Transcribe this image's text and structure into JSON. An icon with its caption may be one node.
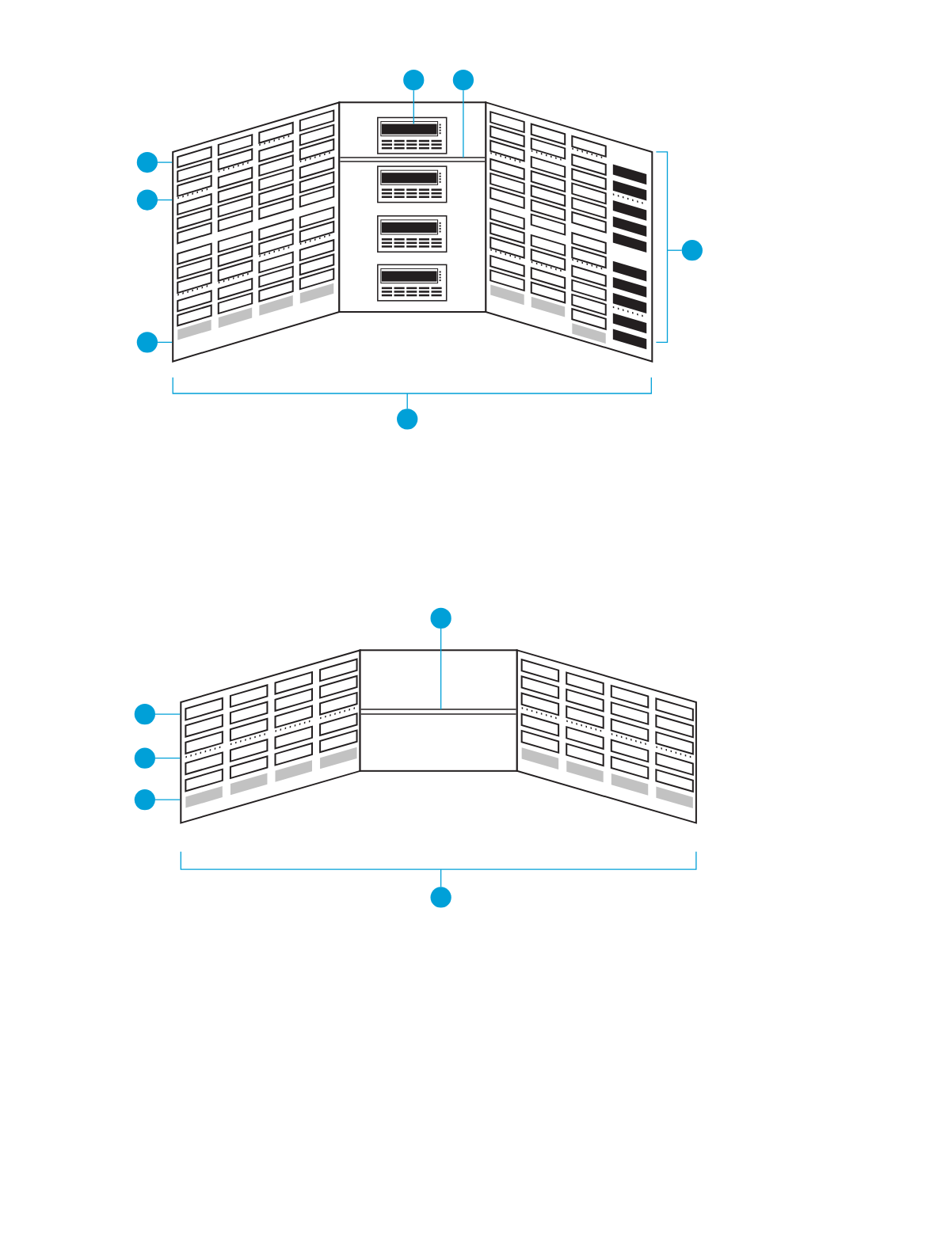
{
  "diagram": {
    "nodes": [
      {
        "text": [],
        "shape": "circle"
      },
      {
        "text": [],
        "shape": "circle"
      },
      {
        "text": [],
        "shape": "circle"
      },
      {
        "text": [],
        "shape": "circle"
      },
      {
        "text": [],
        "shape": "circle"
      },
      {
        "text": [],
        "shape": "circle"
      },
      {
        "text": [],
        "shape": "circle"
      },
      {
        "text": [],
        "shape": "circle"
      },
      {
        "text": [],
        "shape": "circle"
      },
      {
        "text": [],
        "shape": "circle"
      },
      {
        "text": [],
        "shape": "circle"
      },
      {
        "text": [],
        "shape": "circle"
      },
      {
        "text": [],
        "shape": "bracket"
      },
      {
        "text": [],
        "shape": "bracket"
      },
      {
        "text": [],
        "shape": "bracket"
      },
      {
        "text": [],
        "shape": "box"
      },
      {
        "text": [],
        "shape": "bar"
      },
      {
        "text": [],
        "shape": "bar"
      },
      {
        "text": [],
        "shape": "box"
      },
      {
        "text": [],
        "shape": "box"
      },
      {
        "text": [],
        "shape": "box"
      },
      {
        "text": [],
        "shape": "box"
      }
    ],
    "edges": [
      {
        "from": 0,
        "to": 15,
        "arrow": "none"
      },
      {
        "from": 1,
        "to": 16,
        "arrow": "none"
      },
      {
        "from": 2,
        "to": 18,
        "arrow": "none"
      },
      {
        "from": 3,
        "to": 18,
        "arrow": "none"
      },
      {
        "from": 4,
        "to": 13,
        "arrow": "none"
      },
      {
        "from": 5,
        "to": 18,
        "arrow": "none"
      },
      {
        "from": 6,
        "to": 12,
        "arrow": "none"
      },
      {
        "from": 7,
        "to": 17,
        "arrow": "none"
      },
      {
        "from": 8,
        "to": 20,
        "arrow": "none"
      },
      {
        "from": 9,
        "to": 20,
        "arrow": "none"
      },
      {
        "from": 10,
        "to": 20,
        "arrow": "none"
      },
      {
        "from": 11,
        "to": 14,
        "arrow": "none"
      }
    ]
  }
}
